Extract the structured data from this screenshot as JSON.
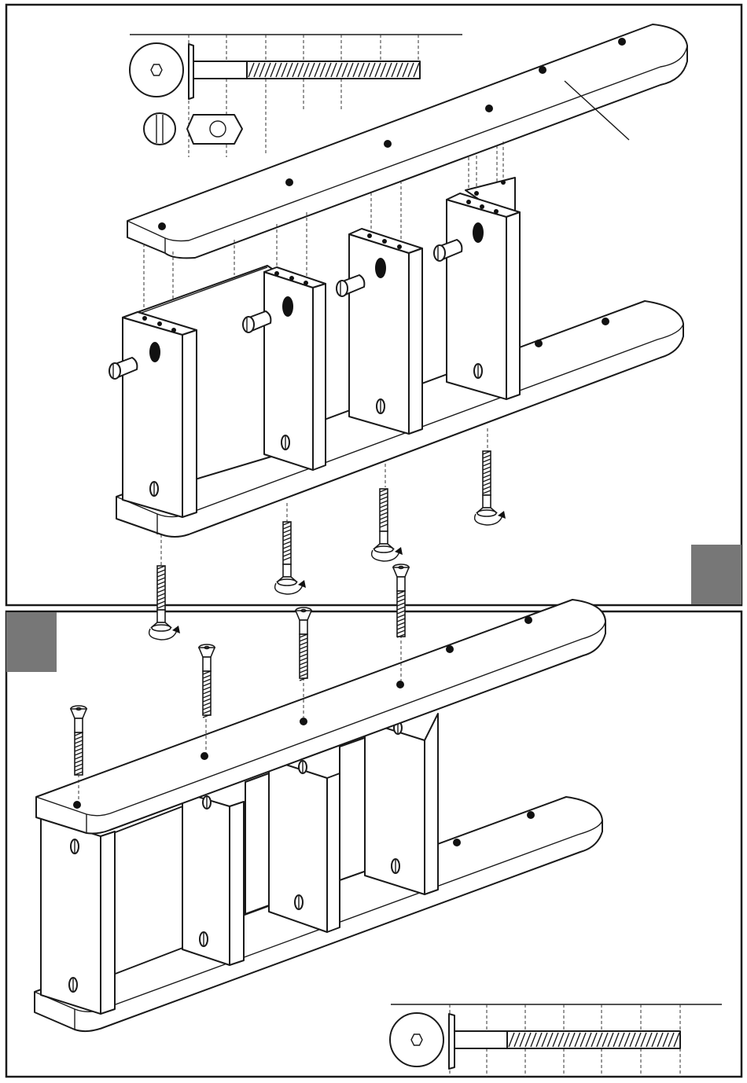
{
  "page": {
    "background": "#ffffff",
    "line_color": "#1a1a1a",
    "step_marker_color": "#777777"
  },
  "panels": [
    {
      "name": "panel-step-1",
      "description_icon": "exploded-shelf-assembly"
    },
    {
      "name": "panel-step-2",
      "description_icon": "assembled-shelf-with-top-screws"
    }
  ],
  "hardware": [
    {
      "name": "bolt-icon"
    },
    {
      "name": "barrel-nut-icon"
    },
    {
      "name": "screw-icon"
    }
  ]
}
